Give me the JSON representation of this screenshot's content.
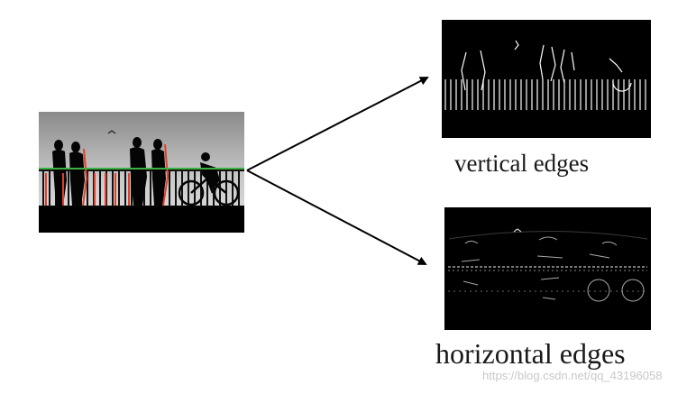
{
  "diagram": {
    "input_image": {
      "description_icon": "silhouette-photo-icon",
      "colors": {
        "sky_top": "#8c8c8c",
        "sky_bottom": "#d8d8d8",
        "ground": "#000000",
        "vertical_edge_highlight": "#e0402a",
        "horizontal_edge_highlight": "#3cb043"
      }
    },
    "outputs": [
      {
        "label": "vertical edges",
        "background": "#000000",
        "edge_color": "#ffffff"
      },
      {
        "label": "horizontal edges",
        "background": "#000000",
        "edge_color": "#bfbfbf"
      }
    ],
    "arrow_color": "#000000"
  },
  "watermark": "https://blog.csdn.net/qq_43196058"
}
